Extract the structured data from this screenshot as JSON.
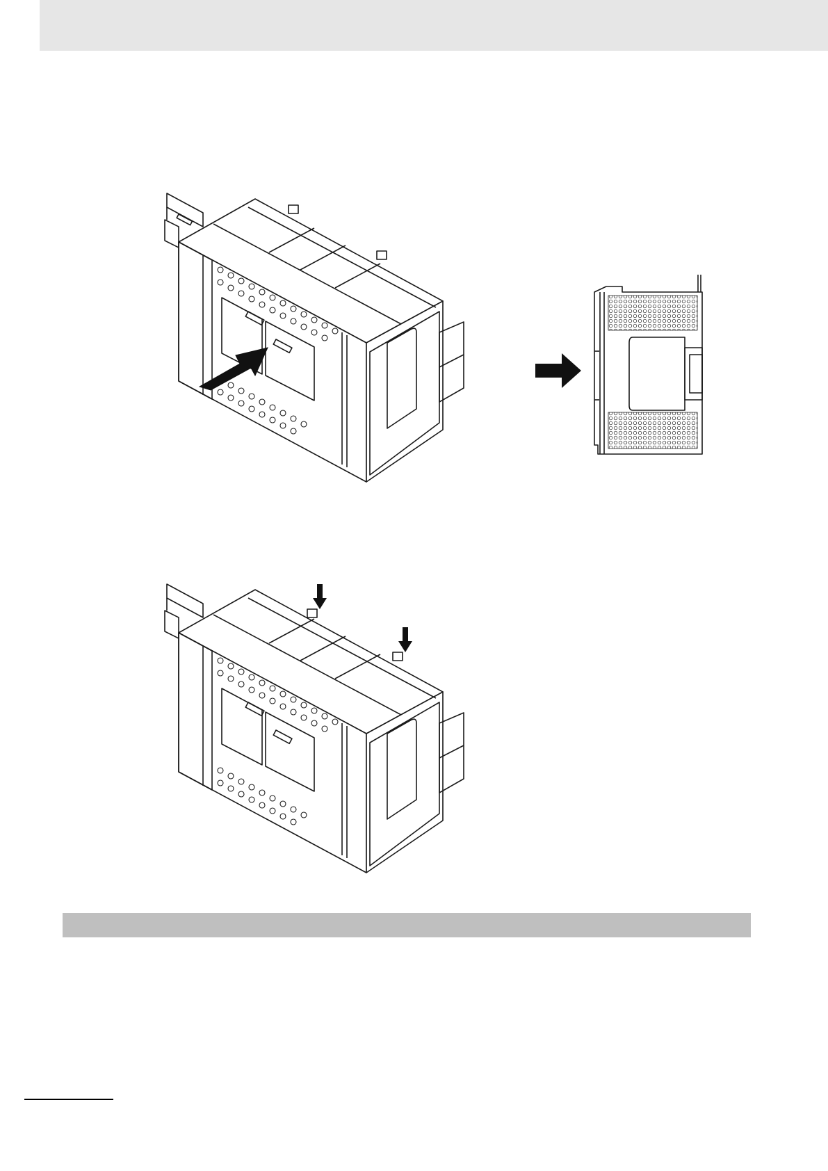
{
  "colors": {
    "header_band": "#e6e6e6",
    "section_bar": "#bfbfbf",
    "line_art": "#1a1a1a",
    "arrow_fill": "#111111"
  },
  "figures": [
    {
      "id": "fig-insert",
      "icons": [
        "din-rail-illustration",
        "plc-unit-illustration",
        "push-arrow-icon"
      ]
    },
    {
      "id": "fig-side-view",
      "icons": [
        "plc-side-view-illustration",
        "right-arrow-icon"
      ]
    },
    {
      "id": "fig-lock",
      "icons": [
        "din-rail-illustration",
        "plc-unit-illustration",
        "down-arrow-icon",
        "down-arrow-icon"
      ]
    }
  ]
}
